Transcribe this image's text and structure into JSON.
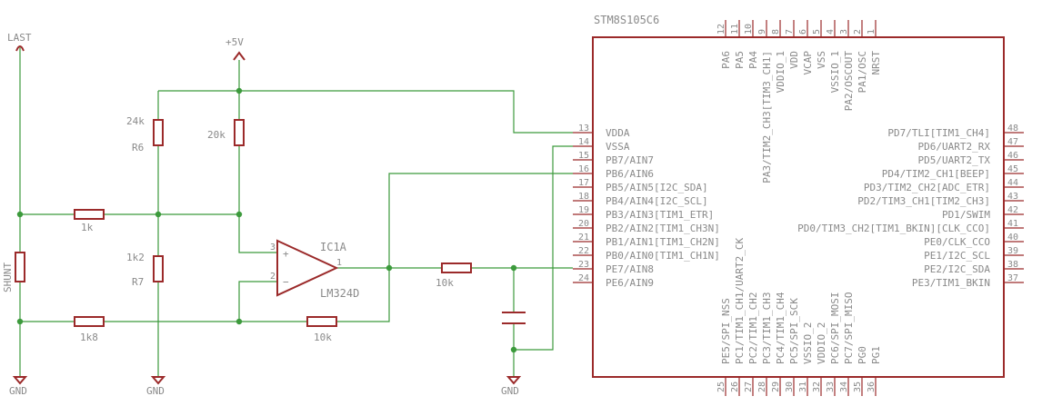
{
  "chip": {
    "name": "STM8S105C6",
    "left_pins": [
      {
        "num": "13",
        "label": "VDDA"
      },
      {
        "num": "14",
        "label": "VSSA"
      },
      {
        "num": "15",
        "label": "PB7/AIN7"
      },
      {
        "num": "16",
        "label": "PB6/AIN6"
      },
      {
        "num": "17",
        "label": "PB5/AIN5[I2C_SDA]"
      },
      {
        "num": "18",
        "label": "PB4/AIN4[I2C_SCL]"
      },
      {
        "num": "19",
        "label": "PB3/AIN3[TIM1_ETR]"
      },
      {
        "num": "20",
        "label": "PB2/AIN2[TIM1_CH3N]"
      },
      {
        "num": "21",
        "label": "PB1/AIN1[TIM1_CH2N]"
      },
      {
        "num": "22",
        "label": "PB0/AIN0[TIM1_CH1N]"
      },
      {
        "num": "23",
        "label": "PE7/AIN8"
      },
      {
        "num": "24",
        "label": "PE6/AIN9"
      }
    ],
    "right_pins": [
      {
        "num": "48",
        "label": "PD7/TLI[TIM1_CH4]"
      },
      {
        "num": "47",
        "label": "PD6/UART2_RX"
      },
      {
        "num": "46",
        "label": "PD5/UART2_TX"
      },
      {
        "num": "45",
        "label": "PD4/TIM2_CH1[BEEP]"
      },
      {
        "num": "44",
        "label": "PD3/TIM2_CH2[ADC_ETR]"
      },
      {
        "num": "43",
        "label": "PD2/TIM3_CH1[TIM2_CH3]"
      },
      {
        "num": "42",
        "label": "PD1/SWIM"
      },
      {
        "num": "41",
        "label": "PD0/TIM3_CH2[TIM1_BKIN][CLK_CCO]"
      },
      {
        "num": "40",
        "label": "PE0/CLK_CCO"
      },
      {
        "num": "39",
        "label": "PE1/I2C_SCL"
      },
      {
        "num": "38",
        "label": "PE2/I2C_SDA"
      },
      {
        "num": "37",
        "label": "PE3/TIM1_BKIN"
      }
    ],
    "top_pins": [
      {
        "num": "12",
        "label": "PA6"
      },
      {
        "num": "11",
        "label": "PA5"
      },
      {
        "num": "10",
        "label": "PA4"
      },
      {
        "num": "9",
        "label": "PA3/TIM2_CH3[TIM3_CH1]"
      },
      {
        "num": "8",
        "label": "VDDIO_1"
      },
      {
        "num": "7",
        "label": "VDD"
      },
      {
        "num": "6",
        "label": "VCAP"
      },
      {
        "num": "5",
        "label": "VSS"
      },
      {
        "num": "4",
        "label": "VSSIO_1"
      },
      {
        "num": "3",
        "label": "PA2/OSCOUT"
      },
      {
        "num": "2",
        "label": "PA1/OSC"
      },
      {
        "num": "1",
        "label": "NRST"
      }
    ],
    "bottom_pins": [
      {
        "num": "25",
        "label": "PE5/SPI_NSS"
      },
      {
        "num": "26",
        "label": "PC1/TIM1_CH1/UART2_CK"
      },
      {
        "num": "27",
        "label": "PC2/TIM1_CH2"
      },
      {
        "num": "28",
        "label": "PC3/TIM1_CH3"
      },
      {
        "num": "29",
        "label": "PC4/TIM1_CH4"
      },
      {
        "num": "30",
        "label": "PC5/SPI_SCK"
      },
      {
        "num": "31",
        "label": "VSSIO_2"
      },
      {
        "num": "32",
        "label": "VDDIO_2"
      },
      {
        "num": "33",
        "label": "PC6/SPI_MOSI"
      },
      {
        "num": "34",
        "label": "PC7/SPI_MISO"
      },
      {
        "num": "35",
        "label": "PG0"
      },
      {
        "num": "36",
        "label": "PG1"
      }
    ]
  },
  "labels": {
    "last": "LAST",
    "vcc": "+5V",
    "gnd1": "GND",
    "gnd2": "GND",
    "gnd3": "GND",
    "shunt": "SHUNT",
    "r6_value": "24k",
    "r6_name": "R6",
    "r_20k": "20k",
    "r_1k": "1k",
    "r7_value": "1k2",
    "r7_name": "R7",
    "r_1k8": "1k8",
    "r_10k_feedback": "10k",
    "r_10k_filter": "10k",
    "opamp_name": "IC1A",
    "opamp_value": "LM324D",
    "opamp_pin_plus": "3",
    "opamp_pin_minus": "2",
    "opamp_pin_out": "1",
    "plus_sign": "+",
    "minus_sign": "−"
  }
}
